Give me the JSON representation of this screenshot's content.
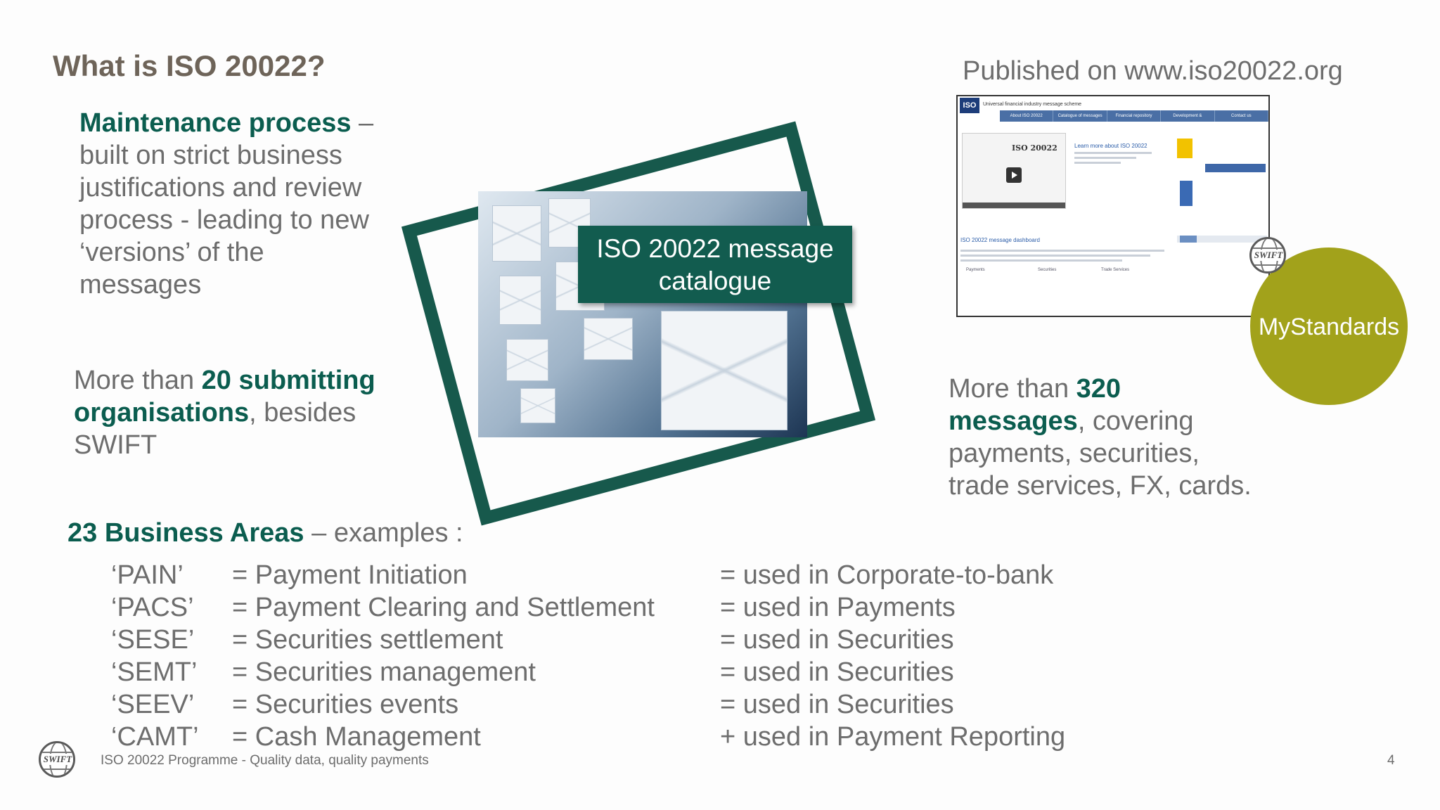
{
  "title": "What is ISO 20022?",
  "maintenance": {
    "heading": "Maintenance process",
    "dash": " –",
    "line1": "built on strict business",
    "line2": "justifications and review",
    "line3": "process - leading to new",
    "line4": "‘versions’ of the",
    "line5": "messages"
  },
  "organisations": {
    "prefix": "More than ",
    "highlight": "20 submitting organisations",
    "suffix": ", besides",
    "last": "SWIFT"
  },
  "catalogue": {
    "line1": "ISO 20022 message",
    "line2": "catalogue"
  },
  "published": "Published on www.iso20022.org",
  "website": {
    "logo": "ISO",
    "subtitle": "Universal financial industry message scheme",
    "nav": [
      "About ISO 20022",
      "Catalogue of messages",
      "Financial repository",
      "Development & maintenance",
      "Contact us"
    ],
    "video_title": "ISO 20022",
    "learn_more": "Learn more about ISO 20022",
    "dashboard": "ISO 20022 message dashboard",
    "cols": [
      "Payments",
      "Securities",
      "Trade Services"
    ]
  },
  "swift_logo": "SWIFT",
  "mystandards": "MyStandards",
  "messages": {
    "prefix": "More than ",
    "highlight_num": "320",
    "highlight_word": "messages",
    "suffix": ", covering",
    "line3": "payments, securities,",
    "line4": "trade services, FX, cards."
  },
  "business_areas": {
    "heading": "23 Business Areas",
    "suffix": " – examples :",
    "rows": [
      {
        "code": "‘PAIN’",
        "desc": "= Payment Initiation",
        "use": "= used in Corporate-to-bank"
      },
      {
        "code": "‘PACS’",
        "desc": "= Payment Clearing and Settlement",
        "use": "= used in Payments"
      },
      {
        "code": "‘SESE’",
        "desc": "= Securities settlement",
        "use": "= used in Securities"
      },
      {
        "code": "‘SEMT’",
        "desc": "= Securities management",
        "use": "= used in Securities"
      },
      {
        "code": "‘SEEV’",
        "desc": "= Securities events",
        "use": "= used in Securities"
      },
      {
        "code": "‘CAMT’",
        "desc": "= Cash Management",
        "use": "+ used in Payment Reporting"
      }
    ]
  },
  "footer": "ISO 20022 Programme - Quality data, quality payments",
  "page_number": "4",
  "colors": {
    "teal": "#0b5d4f",
    "frame": "#17594c",
    "mystandards": "#a2a21b",
    "title": "#6e6459",
    "body": "#6d6d6d"
  }
}
